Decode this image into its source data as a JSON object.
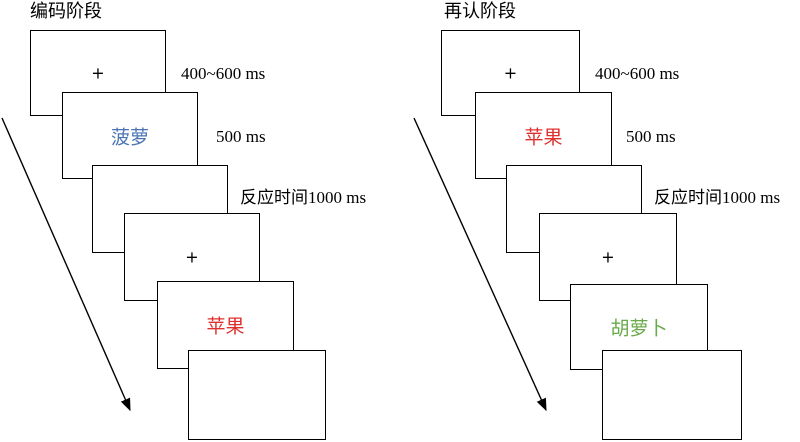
{
  "colors": {
    "blue_word": "#4a74b4",
    "red_word": "#e0302e",
    "green_word": "#6aaa4a"
  },
  "encoding": {
    "title": "编码阶段",
    "fixation_1": "+",
    "fixation_1_duration": "400~600 ms",
    "word_1": "菠萝",
    "word_1_duration": "500 ms",
    "blank_duration": "反应时间1000 ms",
    "fixation_2": "+",
    "word_2": "苹果"
  },
  "recognition": {
    "title": "再认阶段",
    "fixation_1": "+",
    "fixation_1_duration": "400~600 ms",
    "word_1": "苹果",
    "word_1_duration": "500 ms",
    "blank_duration": "反应时间1000 ms",
    "fixation_2": "+",
    "word_2": "胡萝卜"
  }
}
